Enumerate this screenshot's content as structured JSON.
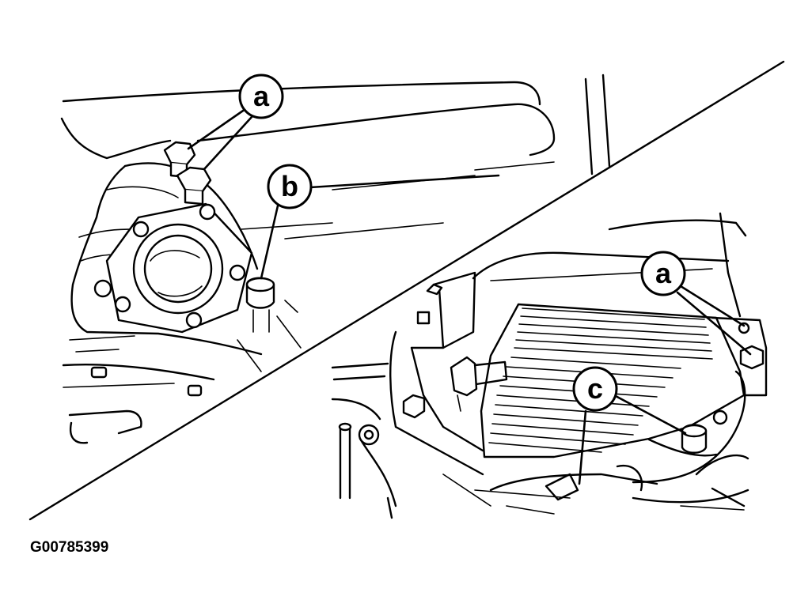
{
  "figure": {
    "id_code": "G00785399",
    "callouts": {
      "left_a": "a",
      "left_b": "b",
      "right_a": "a",
      "right_c": "c"
    }
  },
  "colors": {
    "ink": "#000000",
    "paper": "#ffffff"
  }
}
